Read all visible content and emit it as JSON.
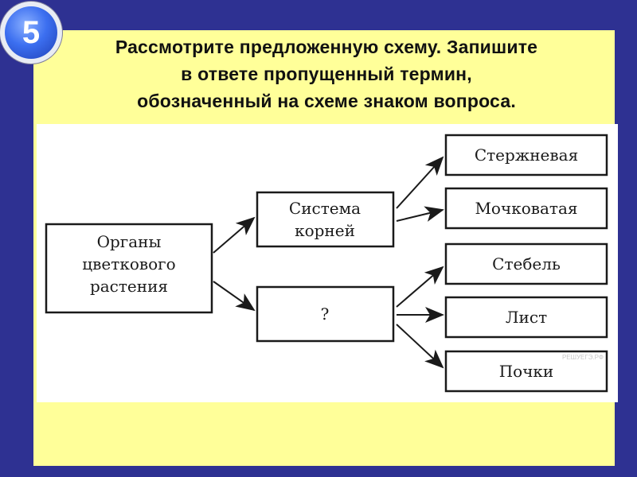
{
  "badge": {
    "number": "5"
  },
  "task": {
    "line1": "Рассмотрите предложенную схему. Запишите",
    "line2": "в ответе пропущенный термин,",
    "line3": "обозначенный на схеме знаком вопроса."
  },
  "diagram": {
    "root": {
      "line1": "Органы",
      "line2": "цветкового",
      "line3": "растения"
    },
    "mid_top": {
      "line1": "Система",
      "line2": "корней"
    },
    "mid_bottom": {
      "label": "?"
    },
    "leaves": [
      {
        "label": "Стержневая"
      },
      {
        "label": "Мочковатая"
      },
      {
        "label": "Стебель"
      },
      {
        "label": "Лист"
      },
      {
        "label": "Почки"
      }
    ],
    "watermark": "РЕШУЕГЭ.РФ"
  },
  "colors": {
    "background": "#2e3192",
    "panel": "#ffff99",
    "diagram_bg": "#ffffff",
    "badge": "#3c6ff0"
  }
}
